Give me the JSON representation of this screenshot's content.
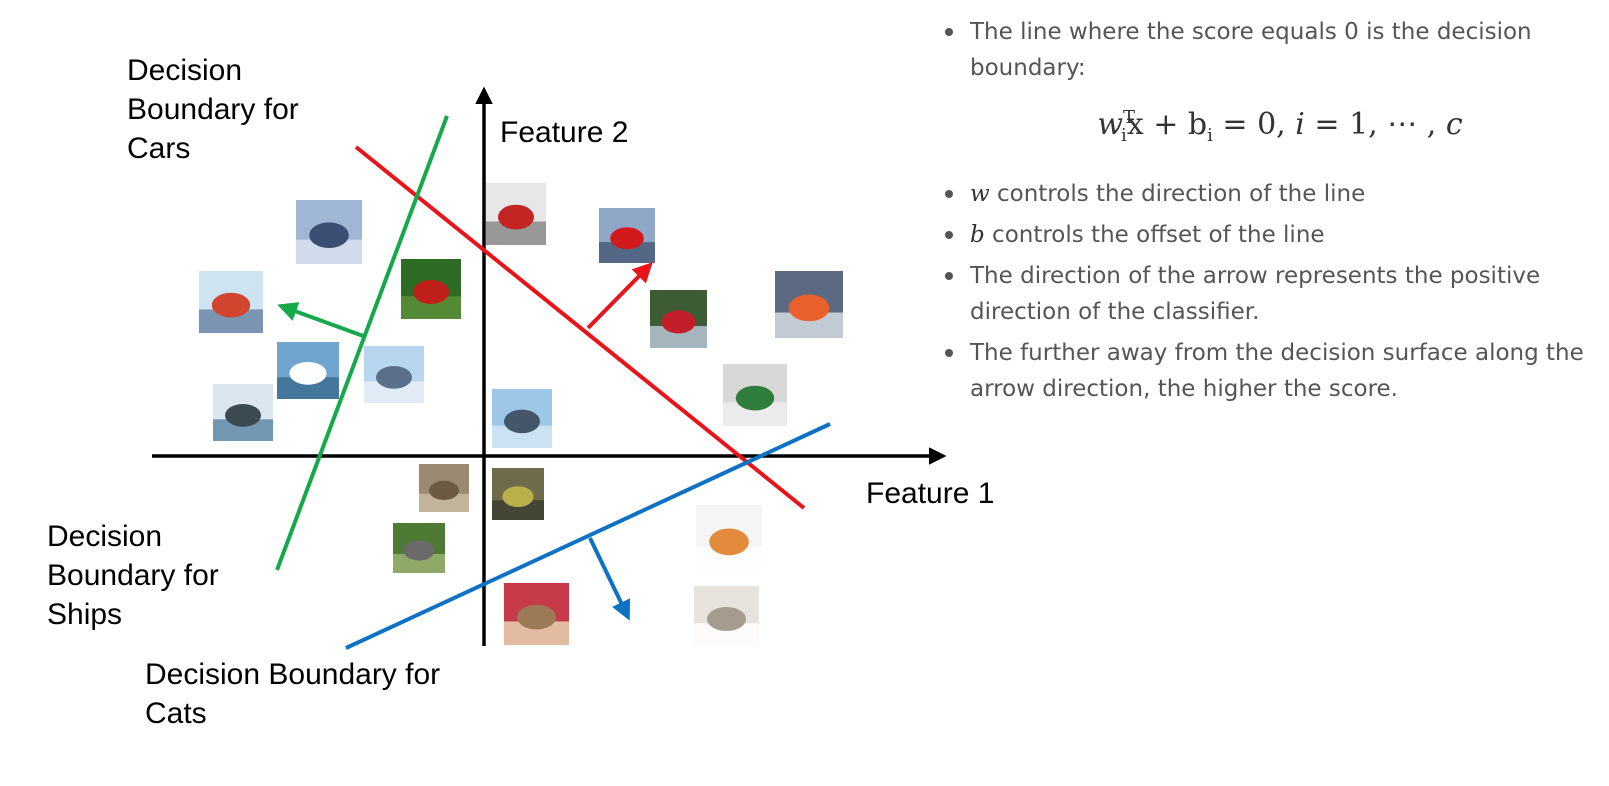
{
  "diagram": {
    "axes": {
      "x_label": "Feature 1",
      "y_label": "Feature 2"
    },
    "boundaries": [
      {
        "id": "cars",
        "label_lines": [
          "Decision",
          "Boundary for",
          "Cars"
        ],
        "color": "#e8141a"
      },
      {
        "id": "ships",
        "label_lines": [
          "Decision",
          "Boundary for",
          "Ships"
        ],
        "color": "#16a84a"
      },
      {
        "id": "cats",
        "label_lines": [
          "Decision Boundary for",
          "Cats"
        ],
        "color": "#0e72c4"
      }
    ],
    "thumbnails": [
      {
        "name": "ship",
        "colors": [
          "#9fb6d4",
          "#3a4e73",
          "#d9e2ee"
        ]
      },
      {
        "name": "ship",
        "colors": [
          "#cfe4f3",
          "#d0462f",
          "#6b86a6"
        ]
      },
      {
        "name": "ship",
        "colors": [
          "#6fa5cf",
          "#ffffff",
          "#3d6f92"
        ]
      },
      {
        "name": "ship",
        "colors": [
          "#dbe7ef",
          "#3a4a50",
          "#5f8aa6"
        ]
      },
      {
        "name": "airplane",
        "colors": [
          "#b8d6f0",
          "#5a6f8a",
          "#e6eef7"
        ]
      },
      {
        "name": "bird",
        "colors": [
          "#2e6b24",
          "#c0201a",
          "#5a8f3a"
        ]
      },
      {
        "name": "truck",
        "colors": [
          "#e7e7e7",
          "#c32525",
          "#8a8a8a"
        ]
      },
      {
        "name": "car",
        "colors": [
          "#8fa8c8",
          "#d2191b",
          "#4a5d7a"
        ]
      },
      {
        "name": "car",
        "colors": [
          "#3e5c34",
          "#c21f2a",
          "#b7c4d6"
        ]
      },
      {
        "name": "car",
        "colors": [
          "#5b6a82",
          "#e9602c",
          "#d5dbe3"
        ]
      },
      {
        "name": "truck",
        "colors": [
          "#d8d8d8",
          "#2f7d3a",
          "#efefef"
        ]
      },
      {
        "name": "airplane",
        "colors": [
          "#9cc7e6",
          "#46566a",
          "#d3e6f4"
        ]
      },
      {
        "name": "bird",
        "colors": [
          "#9b8a72",
          "#6d5a45",
          "#c9bba5"
        ]
      },
      {
        "name": "bird",
        "colors": [
          "#6e6a4a",
          "#b9b04a",
          "#3e3e30"
        ]
      },
      {
        "name": "bird",
        "colors": [
          "#4f7a34",
          "#6a6a6a",
          "#9ab372"
        ]
      },
      {
        "name": "cat",
        "colors": [
          "#f5f5f5",
          "#e38b3c",
          "#ffffff"
        ]
      },
      {
        "name": "cat",
        "colors": [
          "#c63a4a",
          "#9b7a55",
          "#e8d2b0"
        ]
      },
      {
        "name": "cat",
        "colors": [
          "#e7e2dc",
          "#a59b8e",
          "#ffffff"
        ]
      }
    ]
  },
  "notes": {
    "bullet1": "The line where the score equals 0 is the decision boundary:",
    "formula": {
      "w": "w",
      "sup": "T",
      "sub": "i",
      "rest1": "x + b",
      "sub2": "i",
      "rest2": " = 0, ",
      "i": "i",
      "rest3": " = 1, ⋯ , ",
      "c": "c"
    },
    "bullet2_var": "w",
    "bullet2_text": " controls the direction of the line",
    "bullet3_var": "b",
    "bullet3_text": " controls the offset of the line",
    "bullet4": "The direction of the arrow represents the positive direction of the classifier.",
    "bullet5": "The further away from the decision surface along the arrow direction, the higher the score."
  }
}
